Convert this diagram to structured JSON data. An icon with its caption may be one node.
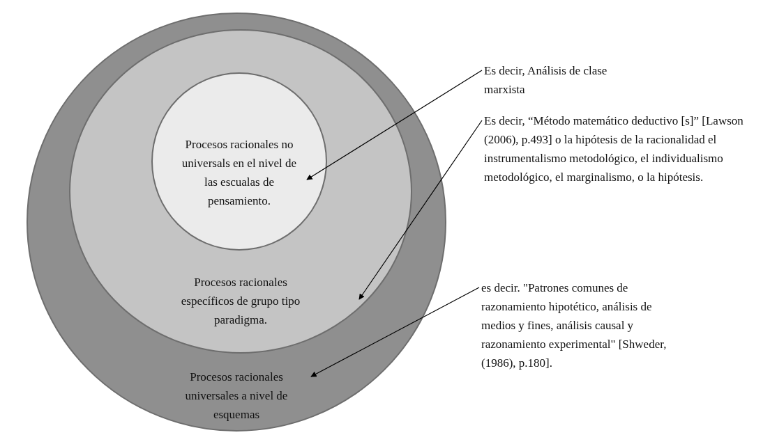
{
  "diagram": {
    "nodes": [
      {
        "text": [
          "Procesos racionales universales a nivel de esquemas"
        ]
      },
      {
        "text": [
          "Procesos racionales específicos de grupo tipo paradigma."
        ],
        "in": 0
      },
      {
        "text": [
          "Procesos racionales no universals en el nivel de las escualas de pensamiento."
        ],
        "in": 1
      },
      {
        "text": [
          "Es decir, Análisis de clase marxista"
        ]
      },
      {
        "text": [
          "Es decir, “Método matemático deductivo [s]” [Lawson (2006), p.493] o la hipótesis de la racionalidad el instrumentalismo metodológico, el individualismo metodológico, el marginalismo, o la hipótesis."
        ]
      },
      {
        "text": [
          "es decir. \"Patrones comunes de razonamiento hipotético, análisis de medios y fines, análisis causal y razonamiento experimental\" [Shweder, (1986), p.180]."
        ]
      }
    ],
    "edges": [
      {
        "from": 3,
        "to": 2,
        "arrow": "to"
      },
      {
        "from": 4,
        "to": 1,
        "arrow": "to"
      },
      {
        "from": 5,
        "to": 0,
        "arrow": "to"
      }
    ]
  }
}
